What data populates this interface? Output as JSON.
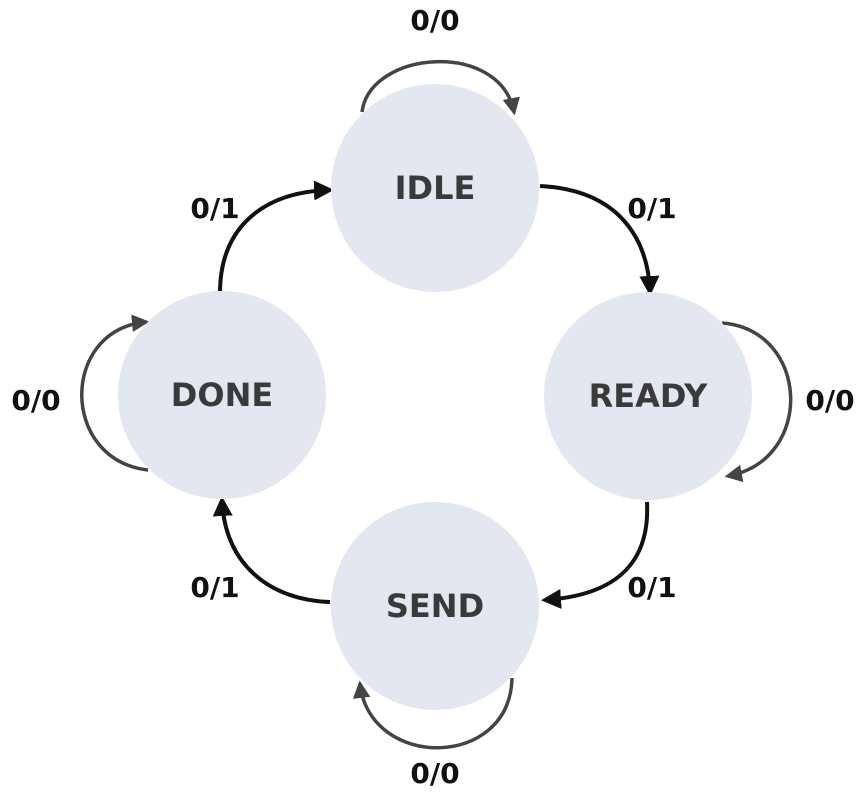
{
  "diagram": {
    "states": {
      "idle": "IDLE",
      "ready": "READY",
      "send": "SEND",
      "done": "DONE"
    },
    "transitions": {
      "idle_self": "0/0",
      "idle_to_ready": "0/1",
      "ready_self": "0/0",
      "ready_to_send": "0/1",
      "send_self": "0/0",
      "send_to_done": "0/1",
      "done_self": "0/0",
      "done_to_idle": "0/1"
    },
    "colors": {
      "state_fill": "#e2e7f0",
      "state_text": "#3a3a3a",
      "transition_arrow": "#111111",
      "self_loop_arrow": "#444444"
    }
  }
}
